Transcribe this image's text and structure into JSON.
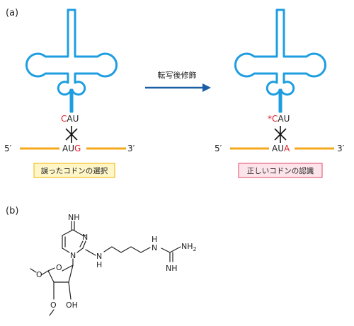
{
  "panel_a": {
    "label": "(a)",
    "arrow_label": "転写後修飾",
    "left": {
      "anticodon": {
        "first": "C",
        "rest": "AU"
      },
      "codon": {
        "prefix": "AU",
        "last": "G"
      },
      "five_prime": "5′",
      "three_prime": "3′",
      "caption": "誤ったコドンの選択"
    },
    "right": {
      "anticodon": {
        "first": "*C",
        "rest": "AU"
      },
      "codon": {
        "prefix": "AU",
        "last": "A"
      },
      "five_prime": "5′",
      "three_prime": "3′",
      "caption": "正しいコドンの認識"
    }
  },
  "panel_b": {
    "label": "(b)",
    "atoms": {
      "imine": "NH",
      "n3": "N",
      "n1": "N",
      "nh_link": "H",
      "n_link": "N",
      "guan_n": "N",
      "guan_h": "H",
      "guan_nh2": "NH",
      "nh2_sub": "2",
      "guan_imine": "NH",
      "ring_o": "O",
      "oh": "OH",
      "o_5p": "O",
      "o_3p": "O"
    }
  },
  "colors": {
    "trna": "#1e9ee0",
    "mrna": "#f5a81c",
    "arrow": "#1a5fa6",
    "highlight_red": "#e01e2c",
    "text": "#222222",
    "box1_bg": "#fff6c8",
    "box1_border": "#f0b400",
    "box2_bg": "#fde4ea",
    "box2_border": "#e04a6a"
  }
}
